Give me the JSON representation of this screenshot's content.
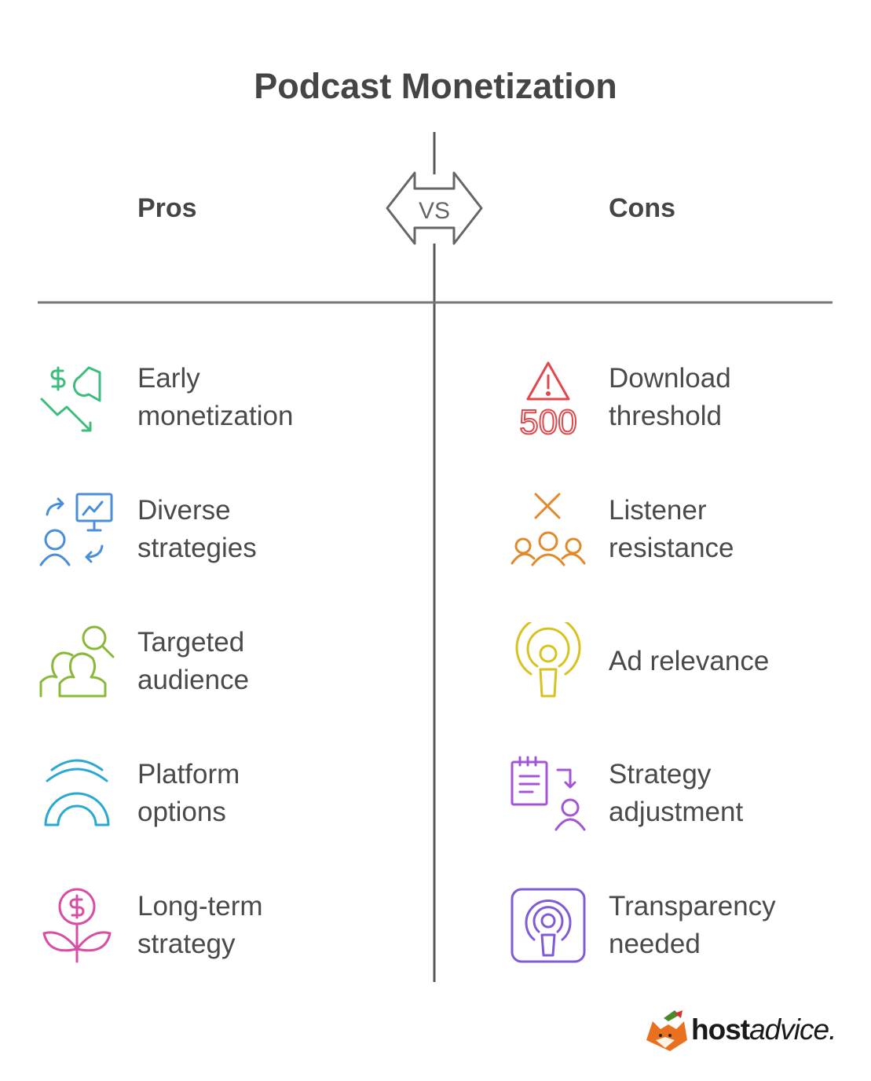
{
  "title": "Podcast Monetization",
  "pros_label": "Pros",
  "cons_label": "Cons",
  "vs_label": "VS",
  "pros": [
    {
      "label": "Early\nmonetization",
      "icon": "money-megaphone-icon",
      "color": "#3dbd7d"
    },
    {
      "label": "Diverse\nstrategies",
      "icon": "strategy-presentation-icon",
      "color": "#4a8ed8"
    },
    {
      "label": "Targeted\naudience",
      "icon": "audience-search-icon",
      "color": "#8ab83a"
    },
    {
      "label": "Platform\noptions",
      "icon": "signal-arch-icon",
      "color": "#2aa8d4"
    },
    {
      "label": "Long-term\nstrategy",
      "icon": "money-plant-icon",
      "color": "#d94ea5"
    }
  ],
  "cons": [
    {
      "label": "Download\nthreshold",
      "icon": "warning-500-icon",
      "color": "#e2474b",
      "icon_text": "500"
    },
    {
      "label": "Listener\nresistance",
      "icon": "group-reject-icon",
      "color": "#e28a2b"
    },
    {
      "label": "Ad relevance",
      "icon": "podcast-broadcast-icon",
      "color": "#d9c21f"
    },
    {
      "label": "Strategy\nadjustment",
      "icon": "notes-person-icon",
      "color": "#a454d6"
    },
    {
      "label": "Transparency\nneeded",
      "icon": "podcast-app-icon",
      "color": "#7f5bd6"
    }
  ],
  "brand": {
    "bold": "host",
    "rest": "advice."
  }
}
